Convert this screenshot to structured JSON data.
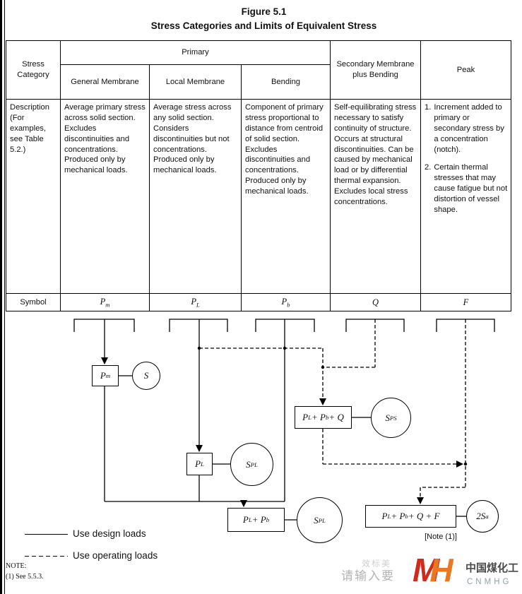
{
  "title": {
    "figure": "Figure 5.1",
    "caption": "Stress Categories and Limits of Equivalent Stress"
  },
  "table": {
    "corner_header": "Stress Category",
    "primary_header": "Primary",
    "sub_headers": [
      "General Membrane",
      "Local Membrane",
      "Bending"
    ],
    "secondary_header": "Secondary Membrane plus Bending",
    "peak_header": "Peak",
    "description_label": "Description (For examples, see Table 5.2.)",
    "descriptions": {
      "general_membrane": "Average primary stress across solid section. Excludes discontinuities and concentrations. Produced only by mechanical loads.",
      "local_membrane": "Average stress across any solid section. Considers discontinuities but not concentrations. Produced only by mechanical loads.",
      "bending": "Component of primary stress proportional to distance from centroid of solid section. Excludes discontinuities and concentrations. Produced only by mechanical loads.",
      "secondary": "Self-equilibrating stress necessary to satisfy continuity of structure. Occurs at structural discontinuities. Can be caused by mechanical load or by differential thermal expansion. Excludes local stress concentrations."
    },
    "peak_items": [
      {
        "num": "1.",
        "text": "Increment added to primary or secondary stress by a concentration (notch)."
      },
      {
        "num": "2.",
        "text": "Certain thermal stresses that may cause fatigue but not distortion of vessel shape."
      }
    ],
    "symbol_label": "Symbol",
    "symbols": [
      "P_m",
      "P_L",
      "P_b",
      "Q",
      "F"
    ]
  },
  "flowchart": {
    "boxes": {
      "pm": "P_m",
      "pl": "P_L",
      "pl_pb": "P_L + P_b",
      "pl_pb_q": "P_L + P_b + Q",
      "pl_pb_q_f": "P_L + P_b + Q + F"
    },
    "limits": {
      "s": "S",
      "spl_1": "S_PL",
      "spl_2": "S_PL",
      "sps": "S_PS",
      "two_sa": "2S_a"
    },
    "note_ref": "[Note (1)]"
  },
  "legend": {
    "design": "Use design loads",
    "operating": "Use operating loads"
  },
  "note": {
    "label": "NOTE:",
    "item": "(1) See 5.5.3."
  },
  "watermark": {
    "faint_text": "效标美",
    "input_text": "请输入要",
    "logo_m": "M",
    "logo_h": "H",
    "brand": "中国煤化工",
    "brand_sub": "CNMHG"
  }
}
